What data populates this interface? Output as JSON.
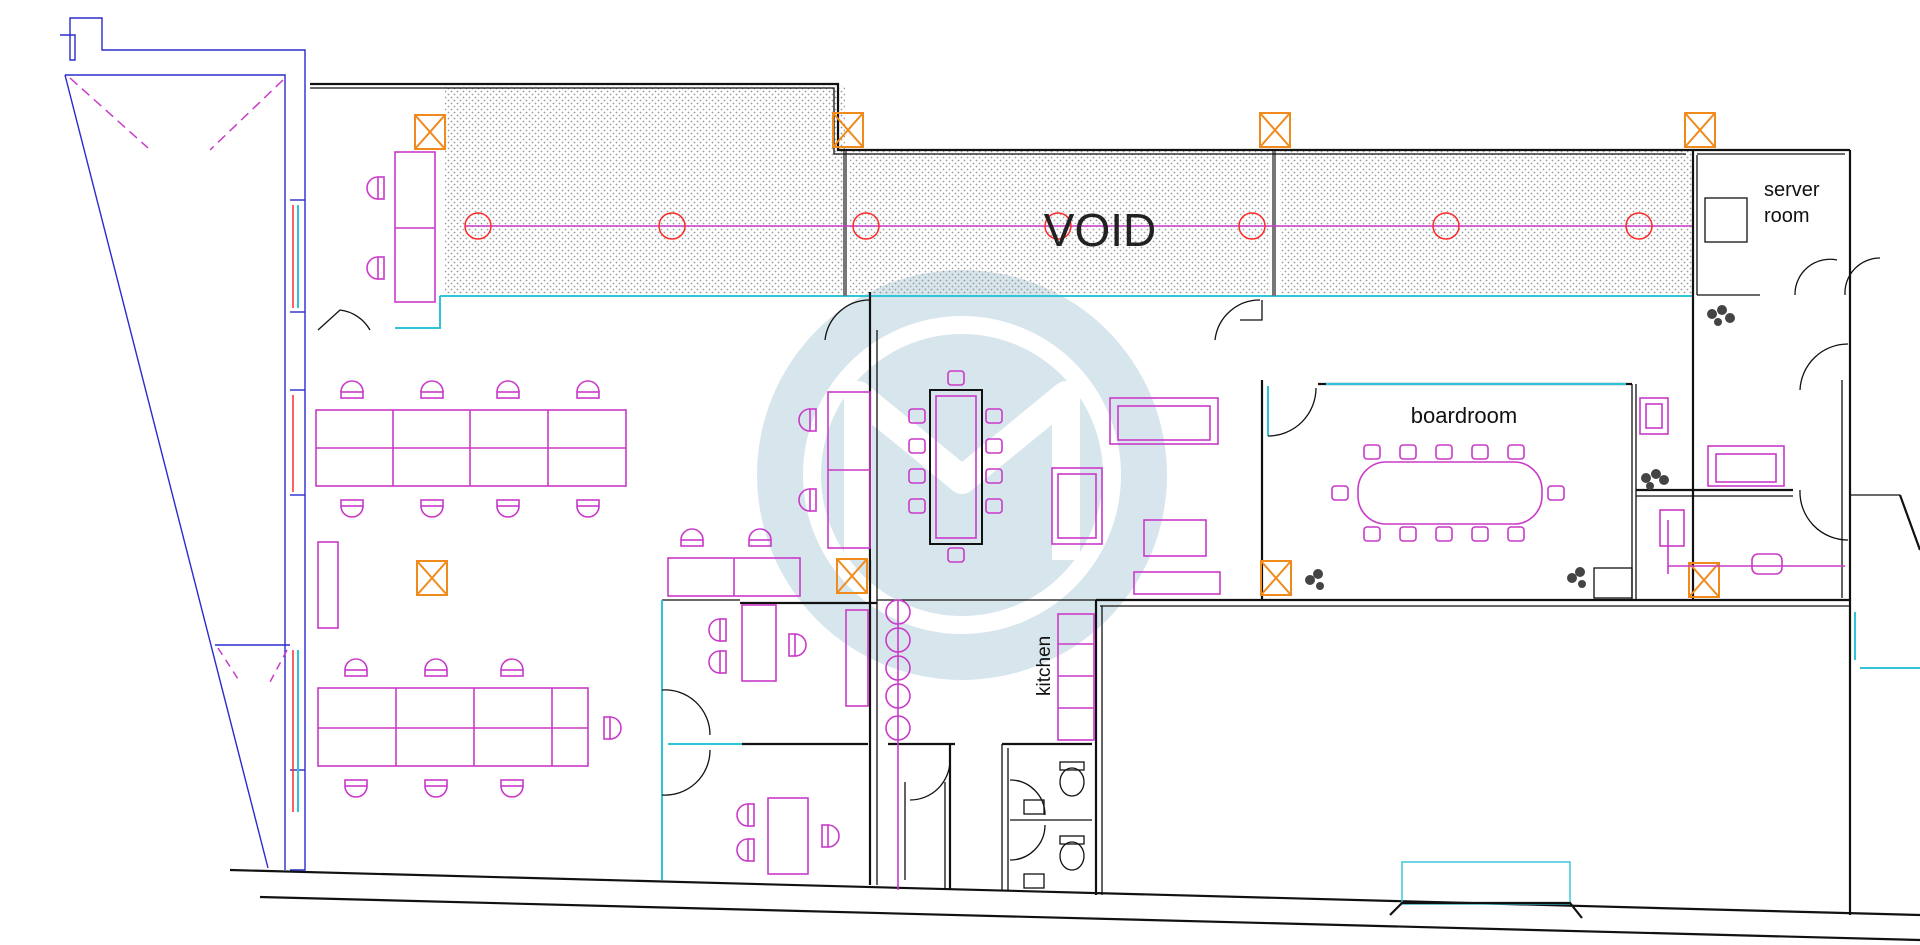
{
  "labels": {
    "void": "VOID",
    "server_line1": "server",
    "server_line2": "room",
    "boardroom": "boardroom",
    "kitchen": "kitchen"
  },
  "colors": {
    "walls": "#111111",
    "furniture": "#c93ac9",
    "glazing": "#30c4d8",
    "boundary": "#2b2bcc",
    "fire_points": "#f08a1c",
    "windows": "#ff2a2a",
    "watermark": "#c9dbe7"
  },
  "icons": {
    "watermark": "logo-m-watermark-icon",
    "ceiling_points": "cross-box-icon",
    "lights": "circle-light-icon",
    "plants": "plant-icon"
  }
}
